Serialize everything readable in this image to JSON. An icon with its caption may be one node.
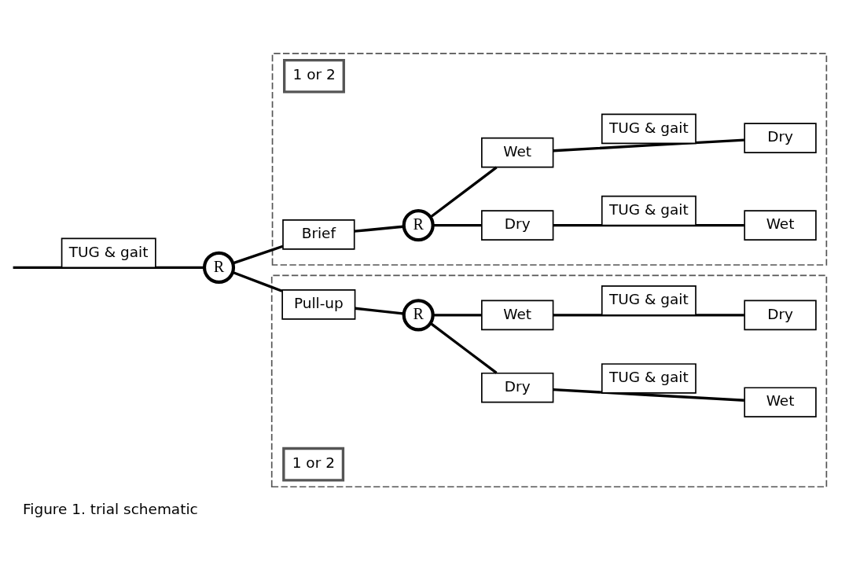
{
  "diagram": {
    "caption": "Figure 1. trial schematic",
    "nodes": [
      {
        "text": [
          "R"
        ]
      },
      {
        "text": [
          "1 or 2"
        ]
      },
      {
        "text": [
          "Brief"
        ],
        "in": 1
      },
      {
        "text": [
          "R"
        ],
        "in": 1
      },
      {
        "text": [
          "Dry"
        ],
        "in": 1
      },
      {
        "text": [
          "Wet"
        ],
        "in": 1
      },
      {
        "text": [
          "Wet"
        ],
        "in": 1
      },
      {
        "text": [
          "Dry"
        ],
        "in": 1
      },
      {
        "text": [
          "1 or 2"
        ]
      },
      {
        "text": [
          "Pull-up"
        ],
        "in": 8
      },
      {
        "text": [
          "R"
        ],
        "in": 8
      },
      {
        "text": [
          "Dry"
        ],
        "in": 8
      },
      {
        "text": [
          "Wet"
        ],
        "in": 8
      },
      {
        "text": [
          "Wet"
        ],
        "in": 8
      },
      {
        "text": [
          "Dry"
        ],
        "in": 8
      }
    ],
    "edges": [
      {
        "from": null,
        "to": 0,
        "arrow": "none",
        "label": "TUG & gait"
      },
      {
        "from": 0,
        "to": 2,
        "arrow": "none"
      },
      {
        "from": 2,
        "to": 3,
        "arrow": "none"
      },
      {
        "from": 3,
        "to": 4,
        "arrow": "none"
      },
      {
        "from": 4,
        "to": 5,
        "arrow": "none",
        "label": "TUG & gait"
      },
      {
        "from": 3,
        "to": 6,
        "arrow": "none"
      },
      {
        "from": 6,
        "to": 7,
        "arrow": "none",
        "label": "TUG & gait"
      },
      {
        "from": 0,
        "to": 9,
        "arrow": "none"
      },
      {
        "from": 9,
        "to": 10,
        "arrow": "none"
      },
      {
        "from": 10,
        "to": 11,
        "arrow": "none"
      },
      {
        "from": 11,
        "to": 12,
        "arrow": "none",
        "label": "TUG & gait"
      },
      {
        "from": 10,
        "to": 13,
        "arrow": "none"
      },
      {
        "from": 13,
        "to": 14,
        "arrow": "none",
        "label": "TUG & gait"
      }
    ]
  }
}
